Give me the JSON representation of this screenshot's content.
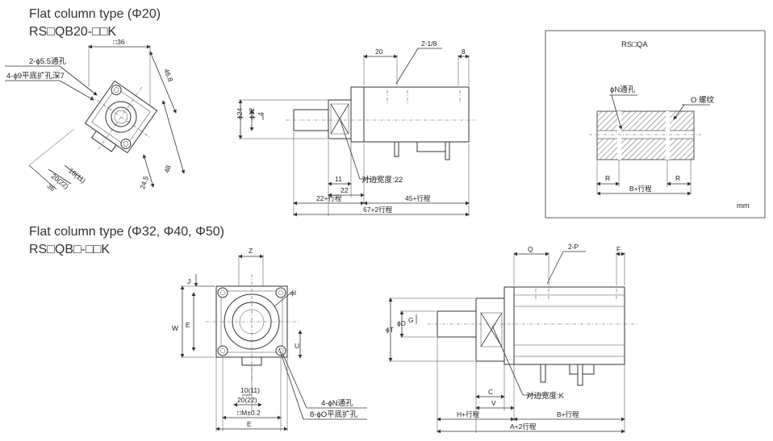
{
  "titles": {
    "section1_heading": "Flat column type (Φ20)",
    "section1_model": "RS□QB20-□□K",
    "section2_heading": "Flat column type (Φ32, Φ40, Φ50)",
    "section2_model": "RS□QB□-□□K"
  },
  "front_view_20": {
    "square": "□36",
    "mount_holes": "2-ϕ5.5通孔",
    "counterbore": "4-ϕ9平底扩孔深7",
    "diag": "46.8",
    "height_48": "48",
    "d245": "24.5",
    "w36": "36",
    "w20": "20(22)",
    "w10": "10(11)"
  },
  "side_view_20": {
    "d20": "20",
    "port": "2-1/8",
    "d8": "8",
    "phi24": "ϕ24",
    "phi12": "ϕ12",
    "d4": "4",
    "d11": "11",
    "d22": "22",
    "flat_width": "对边宽度:22",
    "stroke22": "22+行程",
    "stroke45": "45+行程",
    "stroke67": "67+2行程"
  },
  "detail": {
    "title": "RS□QA",
    "hole": "ϕN通孔",
    "thread": "O 螺纹",
    "r_left": "R",
    "r_right": "R",
    "stroke": "B+行程",
    "unit": "mm"
  },
  "front_view_big": {
    "z": "Z",
    "j": "J",
    "phi_i": "ϕI",
    "w": "W",
    "e_side": "E",
    "u": "U",
    "w10": "10(11)",
    "w20": "20(22)",
    "m": "□M±0.2",
    "e_bottom": "E",
    "holes": "4-ϕN通孔",
    "counterbore": "8-ϕO平底扩孔"
  },
  "side_view_big": {
    "q": "Q",
    "port": "2-P",
    "f": "F",
    "phi_t": "ϕT",
    "phi_d": "ϕD",
    "g": "G",
    "c": "C",
    "v": "V",
    "flat_width": "对边宽度:K",
    "h_stroke": "H+行程",
    "b_stroke": "B+行程",
    "a_stroke": "A+2行程"
  }
}
